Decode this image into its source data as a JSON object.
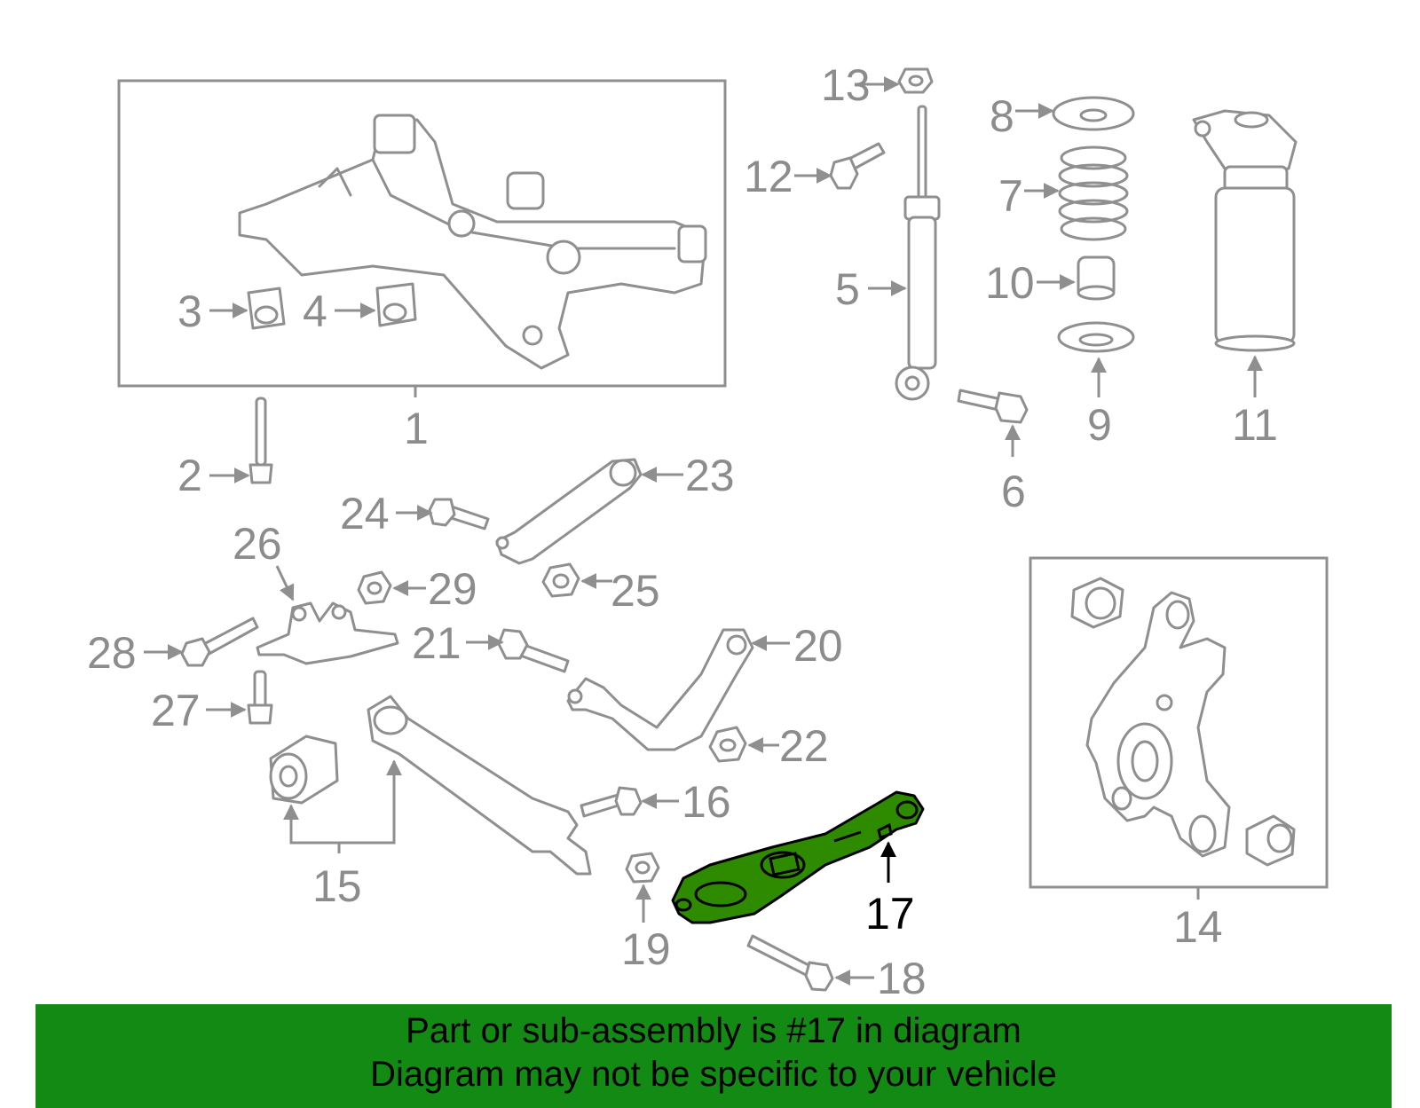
{
  "callouts": {
    "c1": "1",
    "c2": "2",
    "c3": "3",
    "c4": "4",
    "c5": "5",
    "c6": "6",
    "c7": "7",
    "c8": "8",
    "c9": "9",
    "c10": "10",
    "c11": "11",
    "c12": "12",
    "c13": "13",
    "c14": "14",
    "c15": "15",
    "c16": "16",
    "c17": "17",
    "c18": "18",
    "c19": "19",
    "c20": "20",
    "c21": "21",
    "c22": "22",
    "c23": "23",
    "c24": "24",
    "c25": "25",
    "c26": "26",
    "c27": "27",
    "c28": "28",
    "c29": "29"
  },
  "highlighted_part": "17",
  "colors": {
    "highlight": "#2e8b00",
    "banner": "#138a13",
    "line": "#8f8f8f"
  },
  "footer": {
    "line1": "Part or sub-assembly is #17 in diagram",
    "line2": "Diagram may not be specific to your vehicle"
  }
}
